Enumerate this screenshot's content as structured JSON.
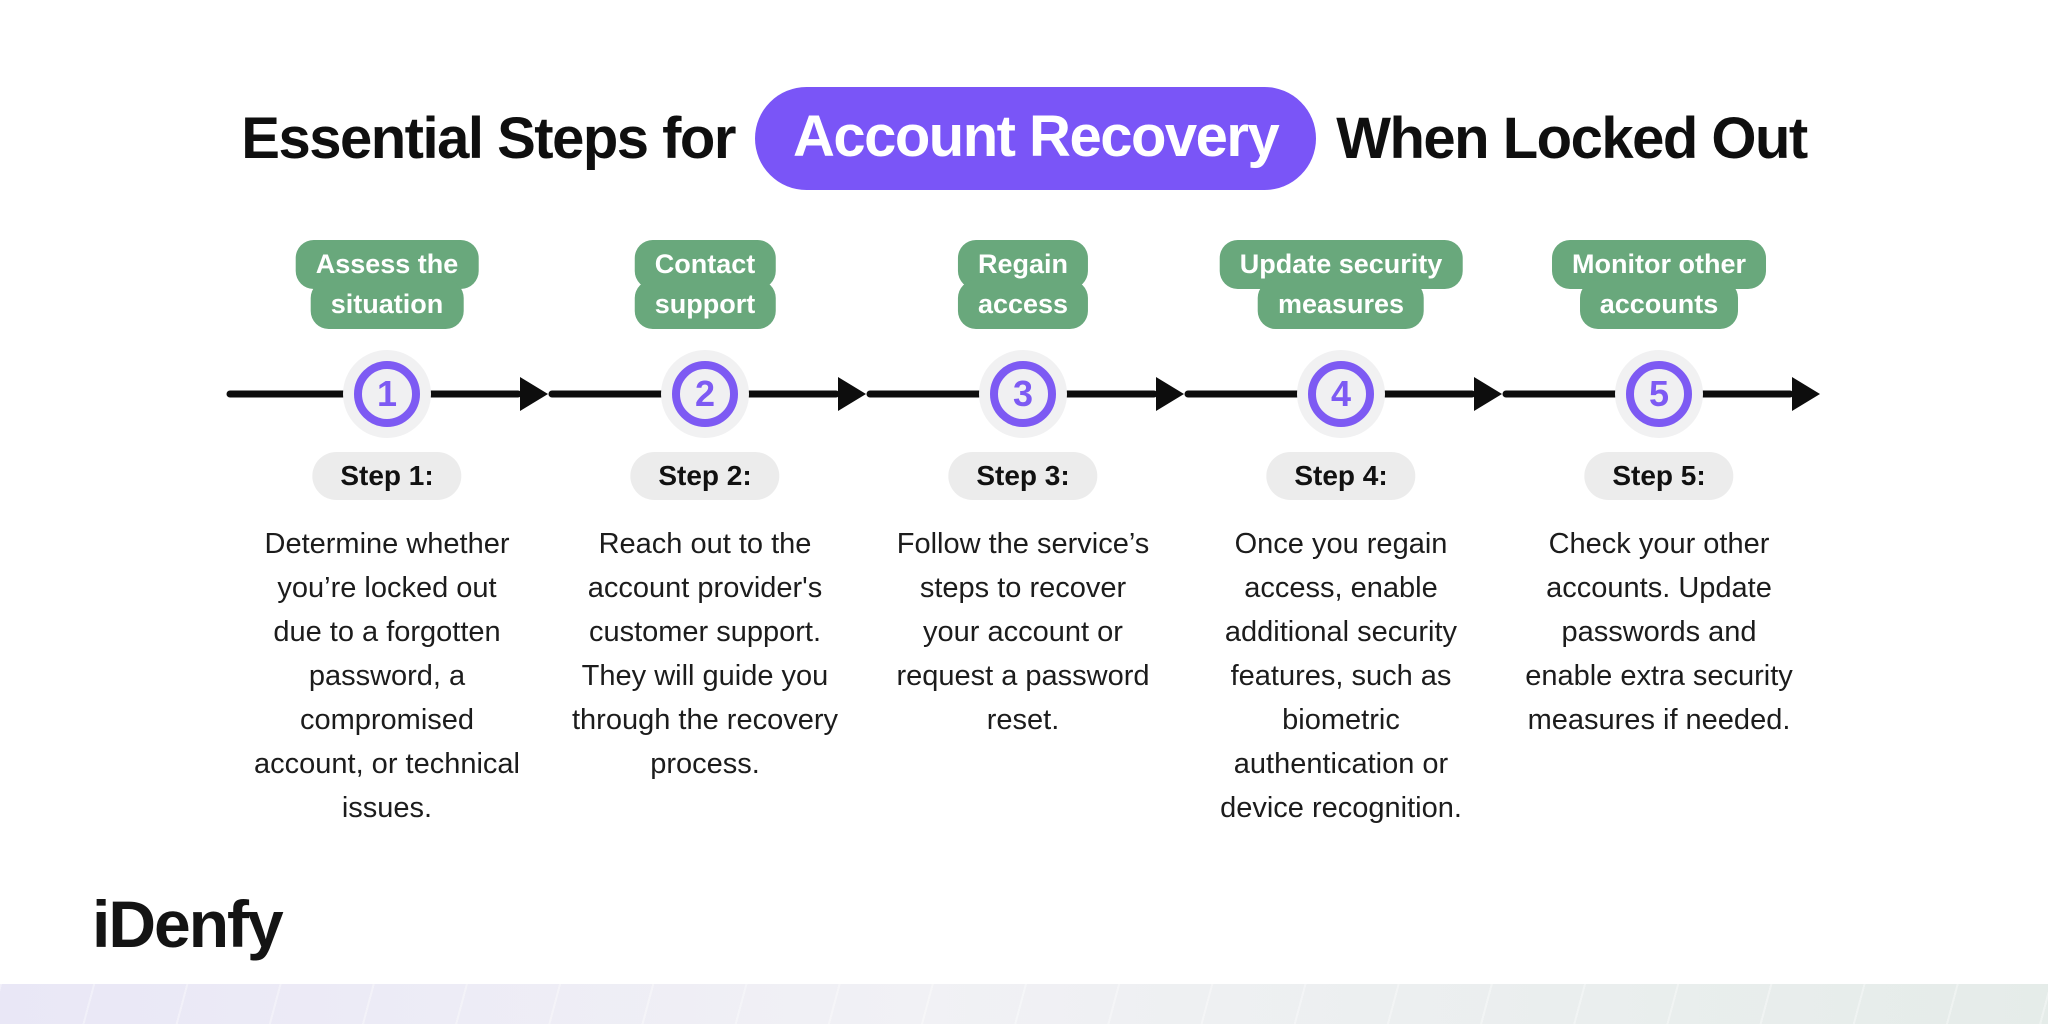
{
  "title": {
    "prefix": "Essential Steps for",
    "highlight": "Account Recovery",
    "suffix": "When Locked Out"
  },
  "logo_text": "iDenfy",
  "colors": {
    "accent_purple": "#7a55f7",
    "ring_purple": "#7d5af3",
    "badge_green": "#69a87c",
    "step_pill_gray": "#ececec",
    "circle_halo_gray": "#f1f1f2",
    "timeline_black": "#0d0d0d",
    "body_text": "#1c1c1c",
    "strip_left_lavender": "#e9e7f6",
    "strip_right_green": "#e5ece9"
  },
  "steps": [
    {
      "badge": [
        "Assess the",
        "situation"
      ],
      "number": "1",
      "label": "Step 1:",
      "description": "Determine whether you’re locked out due to a forgotten password, a compromised account, or technical issues."
    },
    {
      "badge": [
        "Contact",
        "support"
      ],
      "number": "2",
      "label": "Step 2:",
      "description": "Reach out to the account provider's customer support. They will guide you through the recovery process."
    },
    {
      "badge": [
        "Regain",
        "access"
      ],
      "number": "3",
      "label": "Step 3:",
      "description": "Follow the service’s steps to recover your account or request a password reset."
    },
    {
      "badge": [
        "Update security",
        "measures"
      ],
      "number": "4",
      "label": "Step 4:",
      "description": "Once you regain access, enable additional security features, such as biometric authentication or device recognition."
    },
    {
      "badge": [
        "Monitor other",
        "accounts"
      ],
      "number": "5",
      "label": "Step 5:",
      "description": "Check your other accounts. Update passwords and enable extra security measures if needed."
    }
  ]
}
